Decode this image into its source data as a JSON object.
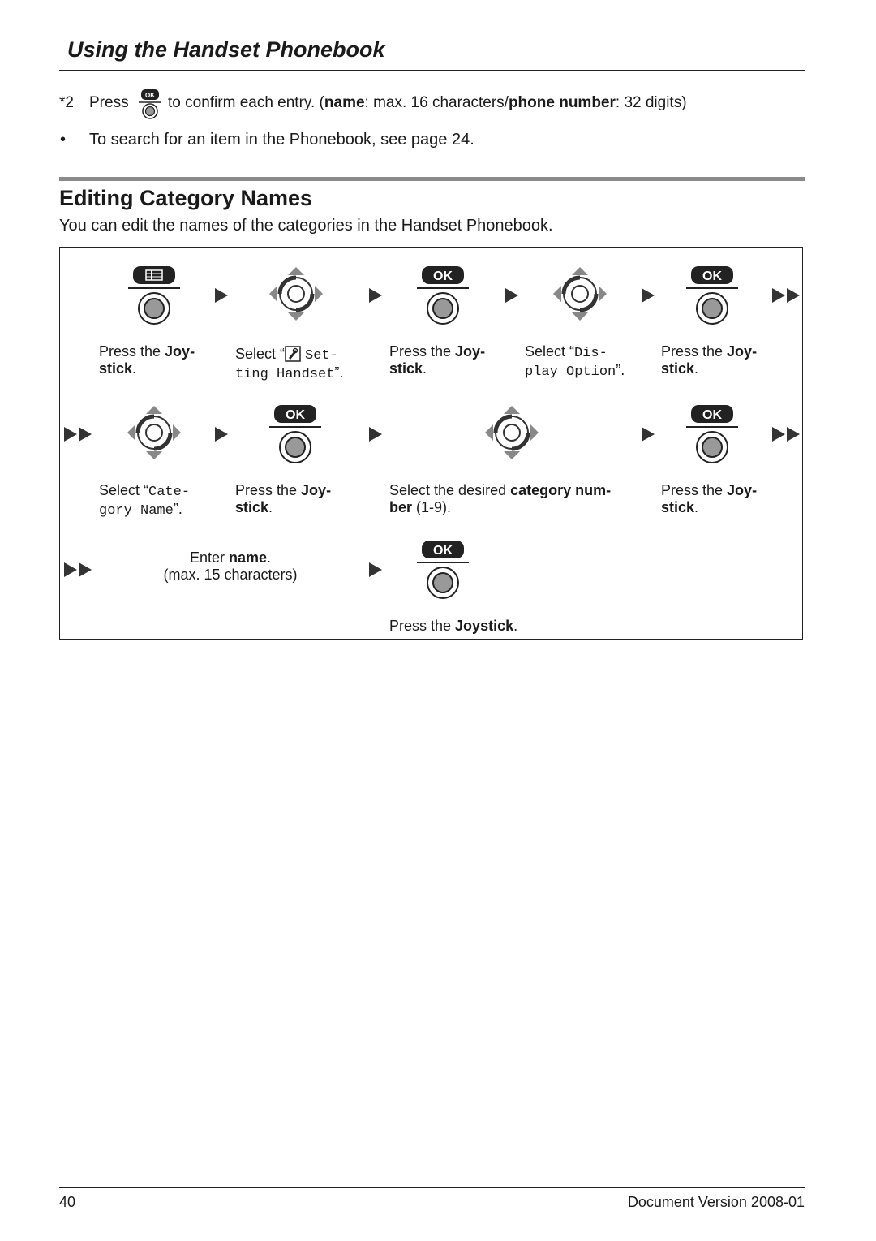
{
  "header": {
    "title": "Using the Handset Phonebook",
    "page_number": "40",
    "doc_version": "Document Version 2008-01"
  },
  "footnote": {
    "marker": "*2",
    "press": "Press",
    "text_a": "to confirm each entry. (",
    "name_label": "name",
    "text_b": ": max. 16 characters/",
    "phone_label": "phone number",
    "text_c": ": 32 digits)"
  },
  "bullet": {
    "glyph": "•",
    "text": "To search for an item in the Phonebook, see page 24."
  },
  "section": {
    "title": "Editing Category Names",
    "intro": "You can edit the names of the categories in the Handset Phonebook."
  },
  "ok_key_label": "OK",
  "steps": {
    "s1": {
      "plain": "Press the ",
      "bold": "Joy-",
      "bold2": "stick",
      "end": "."
    },
    "s2": {
      "plain": "Select “",
      "mono1": "Set-",
      "mono2": "ting Handset",
      "end": "”."
    },
    "s3": {
      "plain": "Press the ",
      "bold": "Joy-",
      "bold2": "stick",
      "end": "."
    },
    "s4": {
      "plain": "Select “",
      "mono1": "Dis-",
      "mono2": "play Option",
      "end": "”."
    },
    "s5": {
      "plain": "Press the ",
      "bold": "Joy-",
      "bold2": "stick",
      "end": "."
    },
    "s6": {
      "plain": "Select “",
      "mono1": "Cate-",
      "mono2": "gory Name",
      "end": "”."
    },
    "s7": {
      "plain": "Press the ",
      "bold": "Joy-",
      "bold2": "stick",
      "end": "."
    },
    "s8": {
      "plain": "Select the desired ",
      "bold": "category num-",
      "bold2": "ber",
      "end": " (1-9)."
    },
    "s9": {
      "plain": "Press the ",
      "bold": "Joy-",
      "bold2": "stick",
      "end": "."
    },
    "s10": {
      "plain": "Enter ",
      "bold": "name",
      "end": ".",
      "line2": "(max. 15 characters)"
    },
    "s11": {
      "plain": "Press the ",
      "bold": "Joystick",
      "end": "."
    }
  },
  "icons": {
    "menu_key": "menu-grid-icon",
    "ok_key": "ok-key-icon",
    "joystick_round": "joystick-round-icon",
    "joystick_nav": "joystick-navigate-icon",
    "arrow": "triangle-right-icon",
    "double_arrow": "double-triangle-right-icon",
    "handset_setting": "handset-setting-icon"
  }
}
